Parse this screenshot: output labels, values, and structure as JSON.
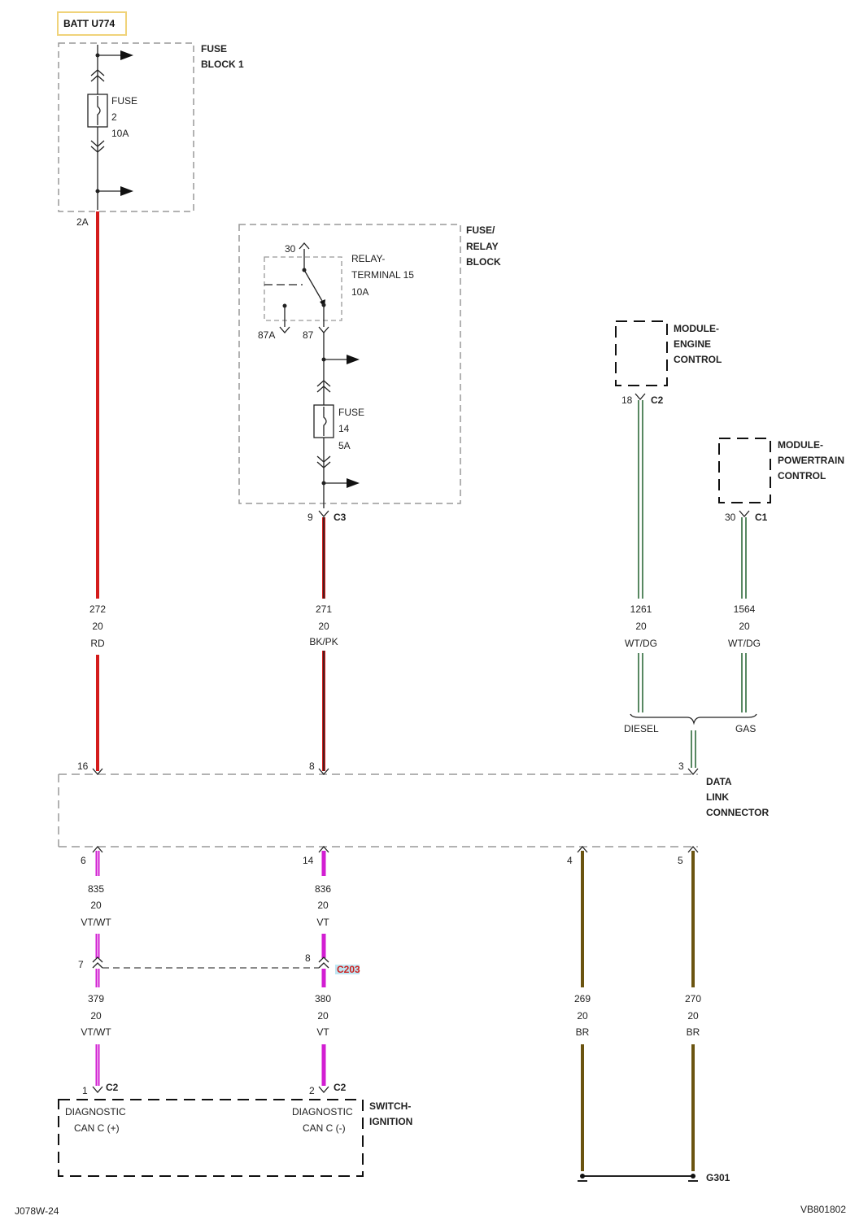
{
  "header": {
    "battery_label": "BATT U774"
  },
  "fuse_block_1": {
    "title_line1": "FUSE",
    "title_line2": "BLOCK 1",
    "fuse_label": "FUSE",
    "fuse_number": "2",
    "fuse_rating": "10A",
    "output_pin": "2A"
  },
  "fuse_relay_block": {
    "title_line1": "FUSE/",
    "title_line2": "RELAY",
    "title_line3": "BLOCK",
    "relay_label_line1": "RELAY-",
    "relay_label_line2": "TERMINAL 15",
    "relay_rating": "10A",
    "pin_30": "30",
    "pin_87a": "87A",
    "pin_87": "87",
    "fuse_label": "FUSE",
    "fuse_number": "14",
    "fuse_rating": "5A",
    "out_pin": "9",
    "out_connector": "C3"
  },
  "module_engine": {
    "line1": "MODULE-",
    "line2": "ENGINE",
    "line3": "CONTROL",
    "pin": "18",
    "connector": "C2"
  },
  "module_powertrain": {
    "line1": "MODULE-",
    "line2": "POWERTRAIN",
    "line3": "CONTROL",
    "pin": "30",
    "connector": "C1"
  },
  "wires": {
    "w272": {
      "circuit": "272",
      "gauge": "20",
      "color": "RD"
    },
    "w271": {
      "circuit": "271",
      "gauge": "20",
      "color": "BK/PK"
    },
    "w1261": {
      "circuit": "1261",
      "gauge": "20",
      "color": "WT/DG"
    },
    "w1564": {
      "circuit": "1564",
      "gauge": "20",
      "color": "WT/DG"
    },
    "w835": {
      "circuit": "835",
      "gauge": "20",
      "color": "VT/WT"
    },
    "w836": {
      "circuit": "836",
      "gauge": "20",
      "color": "VT"
    },
    "w379": {
      "circuit": "379",
      "gauge": "20",
      "color": "VT/WT"
    },
    "w380": {
      "circuit": "380",
      "gauge": "20",
      "color": "VT"
    },
    "w269": {
      "circuit": "269",
      "gauge": "20",
      "color": "BR"
    },
    "w270": {
      "circuit": "270",
      "gauge": "20",
      "color": "BR"
    }
  },
  "splice": {
    "diesel": "DIESEL",
    "gas": "GAS"
  },
  "data_link_connector": {
    "line1": "DATA",
    "line2": "LINK",
    "line3": "CONNECTOR",
    "pin_16": "16",
    "pin_8": "8",
    "pin_3": "3",
    "pin_6": "6",
    "pin_14": "14",
    "pin_4": "4",
    "pin_5": "5"
  },
  "inline_connector": {
    "name": "C203",
    "pin_7": "7",
    "pin_8": "8"
  },
  "switch_ignition": {
    "title_line1": "SWITCH-",
    "title_line2": "IGNITION",
    "pin1": "1",
    "pin1_connector": "C2",
    "pin2": "2",
    "pin2_connector": "C2",
    "pin1_label_line1": "DIAGNOSTIC",
    "pin1_label_line2": "CAN C (+)",
    "pin2_label_line1": "DIAGNOSTIC",
    "pin2_label_line2": "CAN C (-)"
  },
  "ground": {
    "label": "G301"
  },
  "footer": {
    "left": "J078W-24",
    "right": "VB801802"
  },
  "colors": {
    "red": "#d41c1c",
    "black_pink": "#5a1a22",
    "green": "#2e6b3a",
    "violet": "#d21ed2",
    "brown": "#6b5410",
    "dash": "#999999",
    "battery_frame": "#f0d37a"
  }
}
